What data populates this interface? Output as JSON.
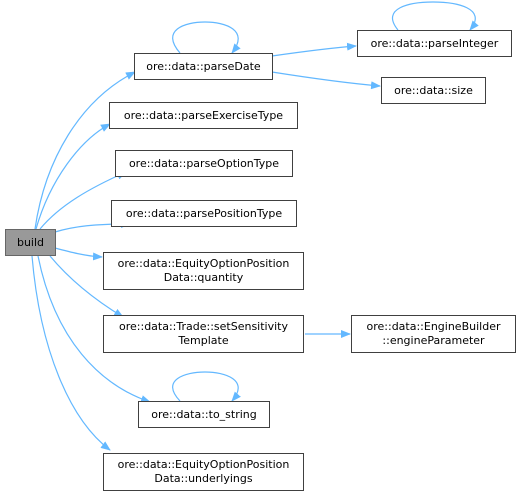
{
  "nodes": {
    "build": "build",
    "parseDate": "ore::data::parseDate",
    "parseInteger": "ore::data::parseInteger",
    "size": "ore::data::size",
    "parseExerciseType": "ore::data::parseExerciseType",
    "parseOptionType": "ore::data::parseOptionType",
    "parsePositionType": "ore::data::parsePositionType",
    "quantity_l1": "ore::data::EquityOptionPosition",
    "quantity_l2": "Data::quantity",
    "setSensitivity_l1": "ore::data::Trade::setSensitivity",
    "setSensitivity_l2": "Template",
    "engineParameter_l1": "ore::data::EngineBuilder",
    "engineParameter_l2": "::engineParameter",
    "to_string": "ore::data::to_string",
    "underlyings_l1": "ore::data::EquityOptionPosition",
    "underlyings_l2": "Data::underlyings"
  },
  "colors": {
    "edge": "#63b8ff",
    "node_border": "#404040",
    "root_fill": "#999999"
  }
}
